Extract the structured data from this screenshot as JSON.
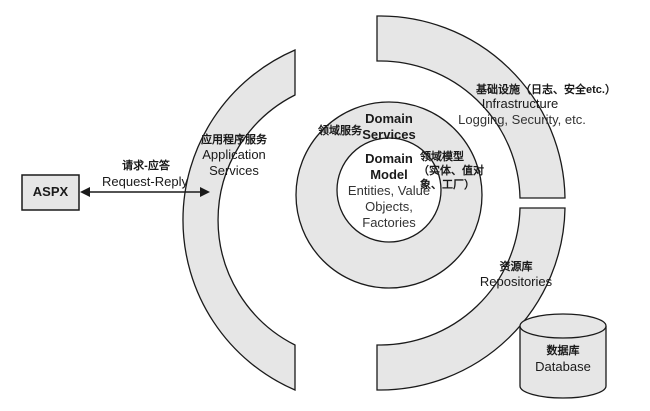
{
  "diagram": {
    "aspx": "ASPX",
    "request_reply": {
      "cn": "请求-应答",
      "en": "Request-Reply"
    },
    "application_services": {
      "cn": "应用程序服务",
      "en_line1": "Application",
      "en_line2": "Services"
    },
    "domain_services": {
      "cn": "领域服务",
      "en_line1": "Domain",
      "en_line2": "Services"
    },
    "domain_model": {
      "cn_line1": "领域模型",
      "cn_line2": "（实体、值对",
      "cn_line3": "象、工厂）",
      "en_line1": "Domain",
      "en_line2": "Model",
      "en_line3": "Entities, Value",
      "en_line4": "Objects,",
      "en_line5": "Factories"
    },
    "infrastructure": {
      "cn": "基础设施（日志、安全etc.）",
      "en_line1": "Infrastructure",
      "en_line2": "Logging, Security, etc."
    },
    "repositories": {
      "cn": "资源库",
      "en": "Repositories"
    },
    "database": {
      "cn": "数据库",
      "en": "Database"
    }
  },
  "colors": {
    "ring_fill": "#e6e6e6",
    "stroke": "#1a1a1a",
    "background": "#ffffff"
  }
}
